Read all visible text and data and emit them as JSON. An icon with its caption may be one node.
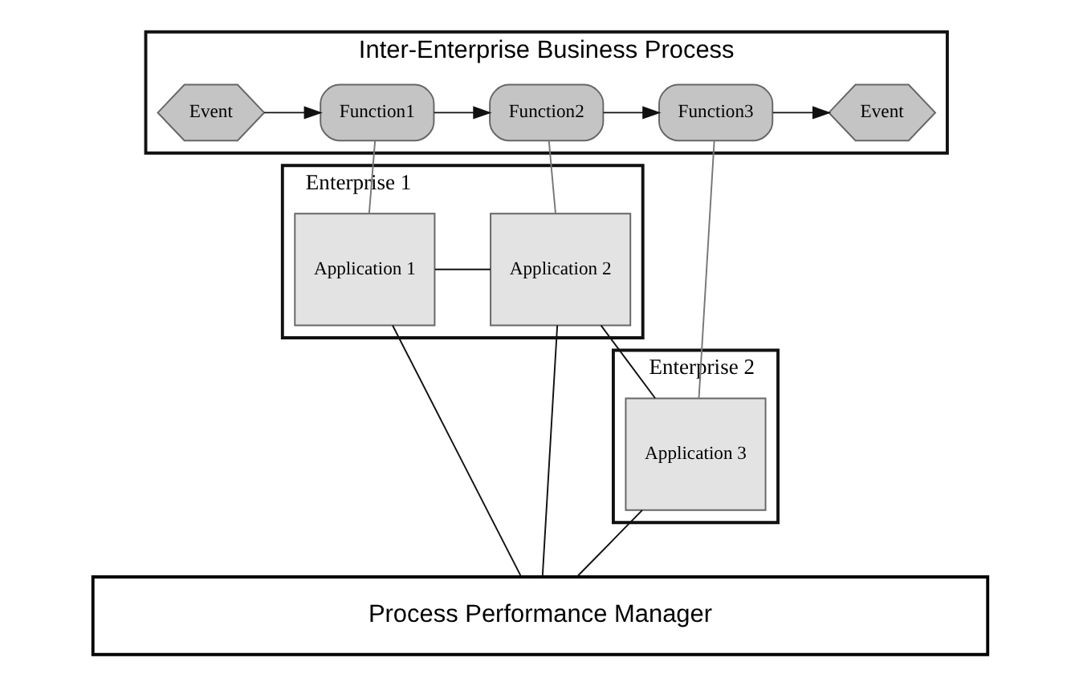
{
  "diagram": {
    "nodes": [
      {
        "text": [
          "Inter-Enterprise Business Process"
        ]
      },
      {
        "text": [
          "Event"
        ],
        "in": 0
      },
      {
        "text": [
          "Function1"
        ],
        "in": 0
      },
      {
        "text": [
          "Function2"
        ],
        "in": 0
      },
      {
        "text": [
          "Function3"
        ],
        "in": 0
      },
      {
        "text": [
          "Event"
        ],
        "in": 0
      },
      {
        "text": [
          "Enterprise 1"
        ]
      },
      {
        "text": [
          "Application 1"
        ],
        "in": 6
      },
      {
        "text": [
          "Application 2"
        ],
        "in": 6
      },
      {
        "text": [
          "Enterprise 2"
        ]
      },
      {
        "text": [
          "Application 3"
        ],
        "in": 9
      },
      {
        "text": [
          "Process Performance Manager"
        ]
      }
    ],
    "edges": [
      {
        "from": 1,
        "to": 2,
        "arrow": "to"
      },
      {
        "from": 2,
        "to": 3,
        "arrow": "to"
      },
      {
        "from": 3,
        "to": 4,
        "arrow": "to"
      },
      {
        "from": 4,
        "to": 5,
        "arrow": "to"
      },
      {
        "from": 2,
        "to": 7,
        "arrow": "none",
        "color": "#777777"
      },
      {
        "from": 3,
        "to": 8,
        "arrow": "none",
        "color": "#777777"
      },
      {
        "from": 4,
        "to": 10,
        "arrow": "none",
        "color": "#777777"
      },
      {
        "from": 7,
        "to": 8,
        "arrow": "none"
      },
      {
        "from": 8,
        "to": 10,
        "arrow": "none"
      },
      {
        "from": 7,
        "to": 11,
        "arrow": "none"
      },
      {
        "from": 8,
        "to": 11,
        "arrow": "none"
      },
      {
        "from": 10,
        "to": 11,
        "arrow": "none"
      }
    ]
  }
}
